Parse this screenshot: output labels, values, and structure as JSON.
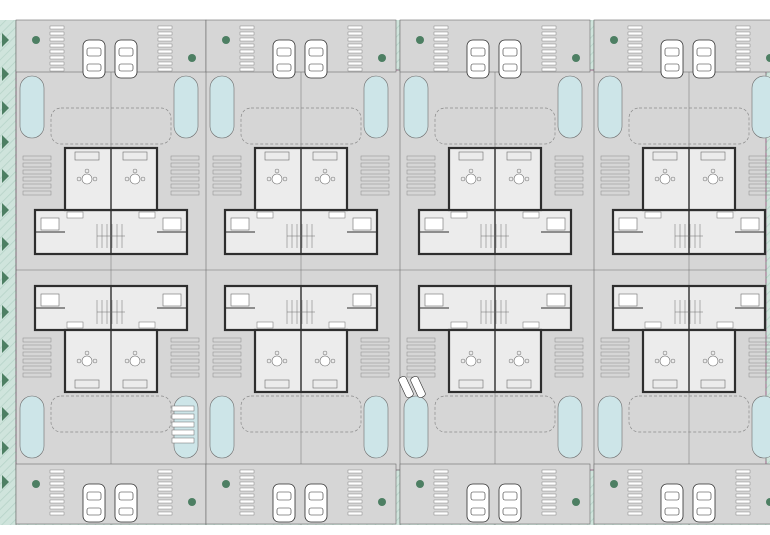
{
  "plan": {
    "columns": 4,
    "rows": 2,
    "units_per_block": 2,
    "colors": {
      "background": "#ffffff",
      "lawn": "#cfe4dc",
      "lawn_hatch": "#b6d3c8",
      "ground": "#d6d6d6",
      "house_floor": "#ececec",
      "pool": "#cde5e8",
      "wall": "#2e2e2e",
      "line": "#6d6d6d",
      "dash": "#8a8a8a",
      "tree": "#4d7f63",
      "accent": "#b0558f"
    }
  }
}
